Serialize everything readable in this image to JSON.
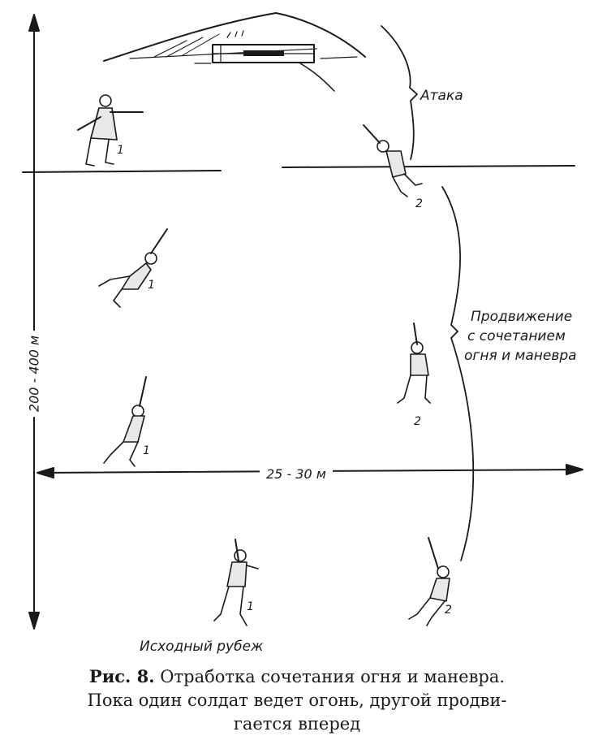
{
  "labels": {
    "attack": "Атака",
    "advance_line1": "Продвижение",
    "advance_line2": "с сочетанием",
    "advance_line3": "огня и маневра",
    "start_line": "Исходный рубеж",
    "distance_vertical": "200 - 400 м",
    "distance_horizontal": "25 - 30 м"
  },
  "soldier_numbers": {
    "s1a": "1",
    "s2a": "2",
    "s1b": "1",
    "s2b": "2",
    "s1c": "1",
    "s1d": "1",
    "s2d": "2"
  },
  "caption": {
    "fig": "Рис. 8.",
    "line1": "Отработка  сочетания  огня  и  маневра.",
    "line2": "Пока один солдат ведет огонь, другой продви-",
    "line3": "гается вперед"
  }
}
